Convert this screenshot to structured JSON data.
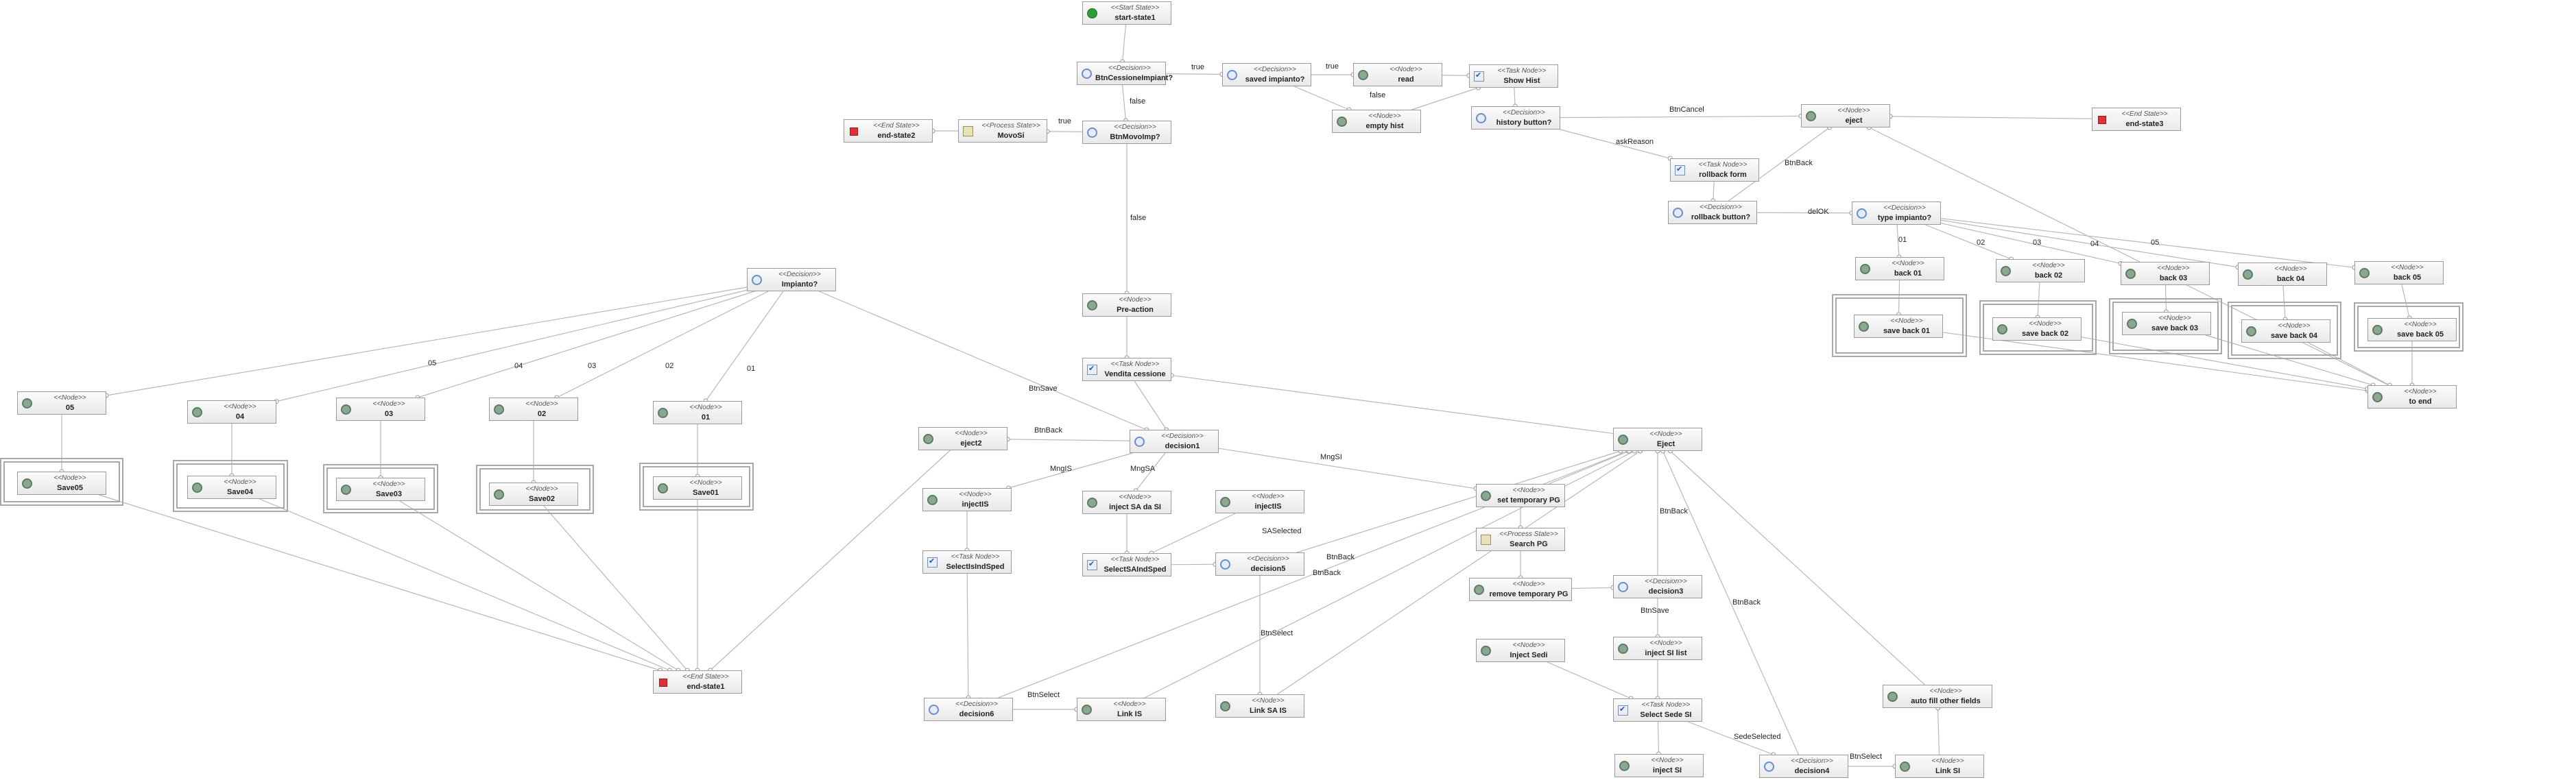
{
  "nodes": [
    {
      "id": "start-state1",
      "stereo": "<<Start State>>",
      "name": "start-state1",
      "kind": "start"
    },
    {
      "id": "BtnCessioneImpiant",
      "stereo": "<<Decision>>",
      "name": "BtnCessioneImpiant?",
      "kind": "decision"
    },
    {
      "id": "saved-impianto",
      "stereo": "<<Decision>>",
      "name": "saved impianto?",
      "kind": "decision"
    },
    {
      "id": "read",
      "stereo": "<<Node>>",
      "name": "read",
      "kind": "node"
    },
    {
      "id": "show-hist",
      "stereo": "<<Task Node>>",
      "name": "Show Hist",
      "kind": "task"
    },
    {
      "id": "empty-hist",
      "stereo": "<<Node>>",
      "name": "empty hist",
      "kind": "node"
    },
    {
      "id": "history-button",
      "stereo": "<<Decision>>",
      "name": "history button?",
      "kind": "decision"
    },
    {
      "id": "eject",
      "stereo": "<<Node>>",
      "name": "eject",
      "kind": "node"
    },
    {
      "id": "end-state3",
      "stereo": "<<End State>>",
      "name": "end-state3",
      "kind": "end"
    },
    {
      "id": "end-state2",
      "stereo": "<<End State>>",
      "name": "end-state2",
      "kind": "end"
    },
    {
      "id": "MovoSi",
      "stereo": "<<Process State>>",
      "name": "MovoSi",
      "kind": "process"
    },
    {
      "id": "BtnMovoImp",
      "stereo": "<<Decision>>",
      "name": "BtnMovoImp?",
      "kind": "decision"
    },
    {
      "id": "rollback-form",
      "stereo": "<<Task Node>>",
      "name": "rollback form",
      "kind": "task"
    },
    {
      "id": "rollback-button",
      "stereo": "<<Decision>>",
      "name": "rollback button?",
      "kind": "decision"
    },
    {
      "id": "type-impianto",
      "stereo": "<<Decision>>",
      "name": "type impianto?",
      "kind": "decision"
    },
    {
      "id": "back01",
      "stereo": "<<Node>>",
      "name": "back 01",
      "kind": "node"
    },
    {
      "id": "back02",
      "stereo": "<<Node>>",
      "name": "back 02",
      "kind": "node"
    },
    {
      "id": "back03",
      "stereo": "<<Node>>",
      "name": "back 03",
      "kind": "node"
    },
    {
      "id": "back04",
      "stereo": "<<Node>>",
      "name": "back 04",
      "kind": "node"
    },
    {
      "id": "back05",
      "stereo": "<<Node>>",
      "name": "back 05",
      "kind": "node"
    },
    {
      "id": "saveback01",
      "stereo": "<<Node>>",
      "name": "save back 01",
      "kind": "node"
    },
    {
      "id": "saveback02",
      "stereo": "<<Node>>",
      "name": "save back 02",
      "kind": "node"
    },
    {
      "id": "saveback03",
      "stereo": "<<Node>>",
      "name": "save back 03",
      "kind": "node"
    },
    {
      "id": "saveback04",
      "stereo": "<<Node>>",
      "name": "save back 04",
      "kind": "node"
    },
    {
      "id": "saveback05",
      "stereo": "<<Node>>",
      "name": "save back 05",
      "kind": "node"
    },
    {
      "id": "to-end",
      "stereo": "<<Node>>",
      "name": "to end",
      "kind": "node"
    },
    {
      "id": "pre-action",
      "stereo": "<<Node>>",
      "name": "Pre-action",
      "kind": "node"
    },
    {
      "id": "impianto",
      "stereo": "<<Decision>>",
      "name": "Impianto?",
      "kind": "decision"
    },
    {
      "id": "n05",
      "stereo": "<<Node>>",
      "name": "05",
      "kind": "node"
    },
    {
      "id": "n04",
      "stereo": "<<Node>>",
      "name": "04",
      "kind": "node"
    },
    {
      "id": "n03",
      "stereo": "<<Node>>",
      "name": "03",
      "kind": "node"
    },
    {
      "id": "n02",
      "stereo": "<<Node>>",
      "name": "02",
      "kind": "node"
    },
    {
      "id": "n01",
      "stereo": "<<Node>>",
      "name": "01",
      "kind": "node"
    },
    {
      "id": "save05",
      "stereo": "<<Node>>",
      "name": "Save05",
      "kind": "node"
    },
    {
      "id": "save04",
      "stereo": "<<Node>>",
      "name": "Save04",
      "kind": "node"
    },
    {
      "id": "save03",
      "stereo": "<<Node>>",
      "name": "Save03",
      "kind": "node"
    },
    {
      "id": "save02",
      "stereo": "<<Node>>",
      "name": "Save02",
      "kind": "node"
    },
    {
      "id": "save01",
      "stereo": "<<Node>>",
      "name": "Save01",
      "kind": "node"
    },
    {
      "id": "vendita-cessione",
      "stereo": "<<Task Node>>",
      "name": "Vendita cessione",
      "kind": "task"
    },
    {
      "id": "eject2",
      "stereo": "<<Node>>",
      "name": "eject2",
      "kind": "node"
    },
    {
      "id": "decision1",
      "stereo": "<<Decision>>",
      "name": "decision1",
      "kind": "decision"
    },
    {
      "id": "Eject",
      "stereo": "<<Node>>",
      "name": "Eject",
      "kind": "node"
    },
    {
      "id": "injectIS",
      "stereo": "<<Node>>",
      "name": "injectIS",
      "kind": "node"
    },
    {
      "id": "inject-sa-da-si",
      "stereo": "<<Node>>",
      "name": "inject SA da SI",
      "kind": "node"
    },
    {
      "id": "injectIS2",
      "stereo": "<<Node>>",
      "name": "injectIS",
      "kind": "node"
    },
    {
      "id": "set-temporary-pg",
      "stereo": "<<Node>>",
      "name": "set temporary PG",
      "kind": "node"
    },
    {
      "id": "search-pg",
      "stereo": "<<Process State>>",
      "name": "Search PG",
      "kind": "process"
    },
    {
      "id": "selectisind",
      "stereo": "<<Task Node>>",
      "name": "SelectIsIndSped",
      "kind": "task"
    },
    {
      "id": "selectsaind",
      "stereo": "<<Task Node>>",
      "name": "SelectSAIndSped",
      "kind": "task"
    },
    {
      "id": "decision5",
      "stereo": "<<Decision>>",
      "name": "decision5",
      "kind": "decision"
    },
    {
      "id": "remove-temp-pg",
      "stereo": "<<Node>>",
      "name": "remove temporary PG",
      "kind": "node"
    },
    {
      "id": "decision3",
      "stereo": "<<Decision>>",
      "name": "decision3",
      "kind": "decision"
    },
    {
      "id": "inject-sedi",
      "stereo": "<<Node>>",
      "name": "Inject Sedi",
      "kind": "node"
    },
    {
      "id": "inject-si-list",
      "stereo": "<<Node>>",
      "name": "inject SI list",
      "kind": "node"
    },
    {
      "id": "end-state1",
      "stereo": "<<End State>>",
      "name": "end-state1",
      "kind": "end"
    },
    {
      "id": "decision6",
      "stereo": "<<Decision>>",
      "name": "decision6",
      "kind": "decision"
    },
    {
      "id": "link-is",
      "stereo": "<<Node>>",
      "name": "Link IS",
      "kind": "node"
    },
    {
      "id": "link-sa-is",
      "stereo": "<<Node>>",
      "name": "Link SA IS",
      "kind": "node"
    },
    {
      "id": "select-sede-si",
      "stereo": "<<Task Node>>",
      "name": "Select Sede SI",
      "kind": "task"
    },
    {
      "id": "auto-fill",
      "stereo": "<<Node>>",
      "name": "auto fill other fields",
      "kind": "node"
    },
    {
      "id": "inject-si",
      "stereo": "<<Node>>",
      "name": "inject SI",
      "kind": "node"
    },
    {
      "id": "decision4",
      "stereo": "<<Decision>>",
      "name": "decision4",
      "kind": "decision"
    },
    {
      "id": "link-si",
      "stereo": "<<Node>>",
      "name": "Link SI",
      "kind": "node"
    }
  ],
  "edge_labels": [
    {
      "id": "true1",
      "text": "true"
    },
    {
      "id": "true2",
      "text": "true"
    },
    {
      "id": "false1",
      "text": "false"
    },
    {
      "id": "false2",
      "text": "false"
    },
    {
      "id": "true3",
      "text": "true"
    },
    {
      "id": "false3",
      "text": "false"
    },
    {
      "id": "btncancel",
      "text": "BtnCancel"
    },
    {
      "id": "askreason",
      "text": "askReason"
    },
    {
      "id": "btnback1",
      "text": "BtnBack"
    },
    {
      "id": "delok",
      "text": "delOK"
    },
    {
      "id": "t01",
      "text": "01"
    },
    {
      "id": "t02",
      "text": "02"
    },
    {
      "id": "t03",
      "text": "03"
    },
    {
      "id": "t04",
      "text": "04"
    },
    {
      "id": "t05",
      "text": "05"
    },
    {
      "id": "i05",
      "text": "05"
    },
    {
      "id": "i04",
      "text": "04"
    },
    {
      "id": "i03",
      "text": "03"
    },
    {
      "id": "i02",
      "text": "02"
    },
    {
      "id": "i01",
      "text": "01"
    },
    {
      "id": "btnsave1",
      "text": "BtnSave"
    },
    {
      "id": "btnback2",
      "text": "BtnBack"
    },
    {
      "id": "mngsi",
      "text": "MngSI"
    },
    {
      "id": "mngis",
      "text": "MngIS"
    },
    {
      "id": "mngsa",
      "text": "MngSA"
    },
    {
      "id": "saselected",
      "text": "SASelected"
    },
    {
      "id": "btnback3",
      "text": "BtnBack"
    },
    {
      "id": "btnback4",
      "text": "BtnBack"
    },
    {
      "id": "btnback5",
      "text": "BtnBack"
    },
    {
      "id": "btnsave2",
      "text": "BtnSave"
    },
    {
      "id": "btnselect1",
      "text": "BtnSelect"
    },
    {
      "id": "btnback6",
      "text": "BtnBack"
    },
    {
      "id": "btnselect2",
      "text": "BtnSelect"
    },
    {
      "id": "sedeselected",
      "text": "SedeSelected"
    },
    {
      "id": "btnselect3",
      "text": "BtnSelect"
    }
  ],
  "colors": {
    "edge": "#b8b8b8",
    "node_border": "#9a9a9a",
    "start": "#2f9a3a",
    "end": "#e0303a"
  }
}
